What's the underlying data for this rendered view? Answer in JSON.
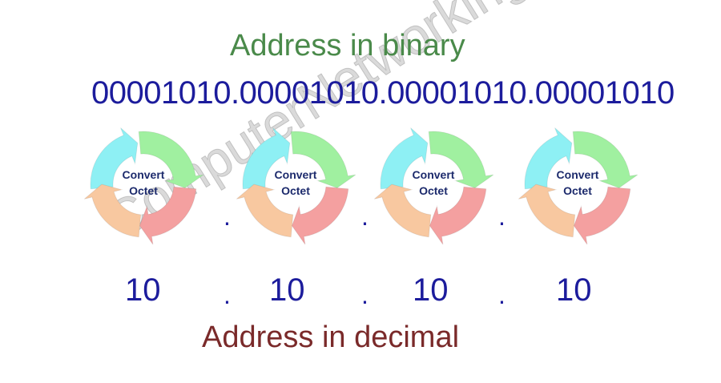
{
  "titles": {
    "binary": "Address in binary",
    "decimal": "Address in decimal"
  },
  "binary_address": "00001010.00001010.00001010.00001010",
  "octets": [
    {
      "label_line1": "Convert",
      "label_line2": "Octet",
      "decimal": "10"
    },
    {
      "label_line1": "Convert",
      "label_line2": "Octet",
      "decimal": "10"
    },
    {
      "label_line1": "Convert",
      "label_line2": "Octet",
      "decimal": "10"
    },
    {
      "label_line1": "Convert",
      "label_line2": "Octet",
      "decimal": "10"
    }
  ],
  "separator": ".",
  "watermark": "ComputerNetworkingNotes.com",
  "colors": {
    "cyan_segment": "#8ef0f4",
    "green_segment": "#a0f0a0",
    "red_segment": "#f4a0a0",
    "orange_segment": "#f8c8a0",
    "binary_text": "#1c1c9c",
    "binary_title": "#4a8a4a",
    "decimal_title": "#7a2a2a"
  },
  "icons": [
    "cycle-arrows-icon"
  ]
}
